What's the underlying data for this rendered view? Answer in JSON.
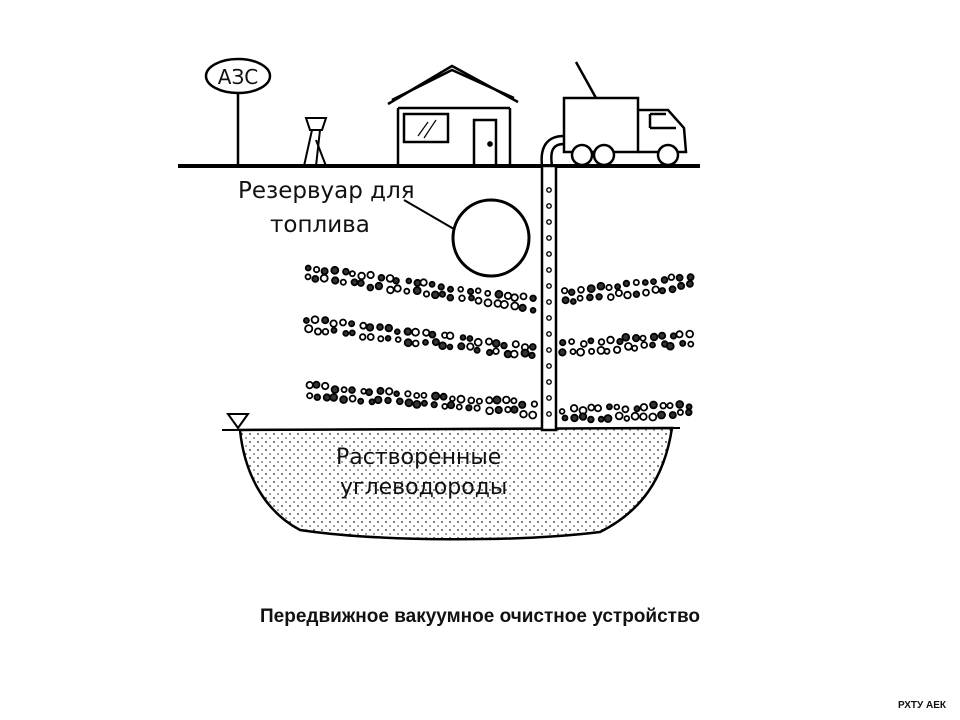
{
  "labels": {
    "azs": "АЗС",
    "reservoir_line1": "Резервуар для",
    "reservoir_line2": "топлива",
    "dissolved_line1": "Растворенные",
    "dissolved_line2": "углеводороды"
  },
  "caption": "Передвижное вакуумное очистное устройство",
  "footer": "РХТУ АЕК"
}
